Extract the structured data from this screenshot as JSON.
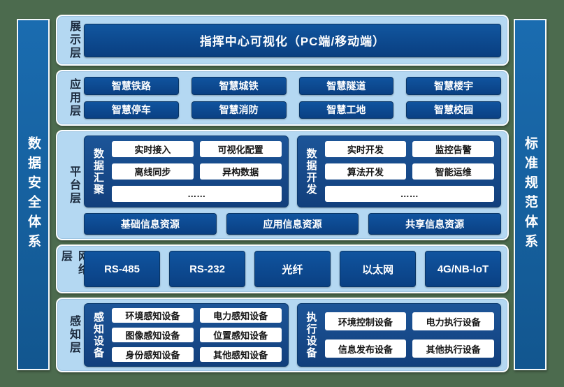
{
  "pillars": {
    "left": "数据安全体系",
    "right": "标准规范体系"
  },
  "layers": {
    "display": {
      "label": "展示层",
      "bar": "指挥中心可视化（PC端/移动端）"
    },
    "application": {
      "label": "应用层",
      "items": [
        "智慧铁路",
        "智慧城铁",
        "智慧隧道",
        "智慧楼宇",
        "智慧停车",
        "智慧消防",
        "智慧工地",
        "智慧校园"
      ]
    },
    "platform": {
      "label": "平台层",
      "groups": [
        {
          "title": "数据汇聚",
          "items": [
            "实时接入",
            "可视化配置",
            "离线同步",
            "异构数据"
          ],
          "more": "……"
        },
        {
          "title": "数据开发",
          "items": [
            "实时开发",
            "监控告警",
            "算法开发",
            "智能运维"
          ],
          "more": "……"
        }
      ],
      "resources": [
        "基础信息资源",
        "应用信息资源",
        "共享信息资源"
      ]
    },
    "network": {
      "label": "网络层",
      "items": [
        "RS-485",
        "RS-232",
        "光纤",
        "以太网",
        "4G/NB-IoT"
      ]
    },
    "perception": {
      "label": "感知层",
      "groups": [
        {
          "title": "感知设备",
          "items": [
            "环境感知设备",
            "电力感知设备",
            "图像感知设备",
            "位置感知设备",
            "身份感知设备",
            "其他感知设备"
          ]
        },
        {
          "title": "执行设备",
          "items": [
            "环境控制设备",
            "电力执行设备",
            "信息发布设备",
            "其他执行设备"
          ]
        }
      ]
    }
  },
  "colors": {
    "background_green": "#4c6b4e",
    "panel_light_blue": "#b4d8f2",
    "box_navy": "#0c4a94",
    "group_navy": "#174f92",
    "pillar_blue": "#1566aa",
    "label_dark": "#1b2a3d"
  }
}
